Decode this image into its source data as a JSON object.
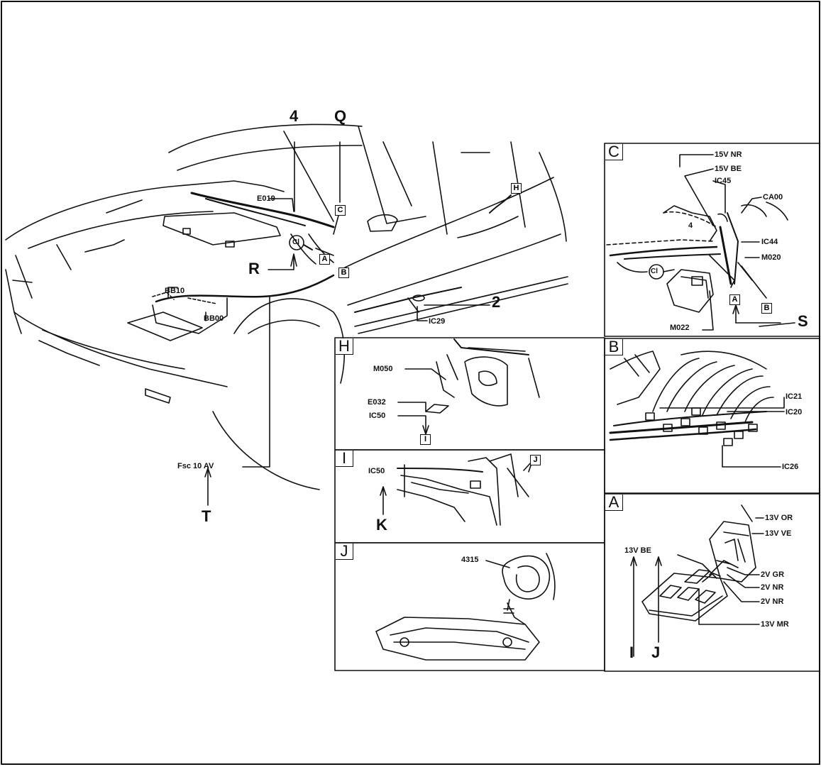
{
  "main_view": {
    "callouts": {
      "four": "4",
      "q": "Q",
      "r": "R",
      "t": "T",
      "two": "2"
    },
    "labels": {
      "e019": "E019",
      "bb10": "BB10",
      "bb00": "BB00",
      "ic29": "IC29",
      "fsc": "Fsc 10 AV"
    },
    "boxes": {
      "a": "A",
      "b": "B",
      "c": "C",
      "h": "H"
    },
    "ground": "Cl"
  },
  "panel_c": {
    "title": "C",
    "labels": [
      "15V NR",
      "15V BE",
      "IC45",
      "CA00",
      "4",
      "IC44",
      "M020",
      "M022"
    ],
    "boxes": {
      "a": "A",
      "b": "B"
    },
    "ground": "Cl",
    "callout_s": "S"
  },
  "panel_h": {
    "title": "H",
    "labels": {
      "m050": "M050",
      "e032": "E032",
      "ic50": "IC50"
    },
    "box_i": "I"
  },
  "panel_b": {
    "title": "B",
    "labels": {
      "ic21": "IC21",
      "ic20": "IC20",
      "ic26": "IC26"
    }
  },
  "panel_i": {
    "title": "I",
    "labels": {
      "ic50": "IC50"
    },
    "box_j": "J",
    "callout_k": "K"
  },
  "panel_a": {
    "title": "A",
    "labels": [
      "13V OR",
      "13V VE",
      "13V BE",
      "2V GR",
      "2V NR",
      "2V NR",
      "13V MR"
    ],
    "callout_i": "I",
    "callout_j": "J"
  },
  "panel_j": {
    "title": "J",
    "labels": {
      "n4315": "4315"
    }
  }
}
